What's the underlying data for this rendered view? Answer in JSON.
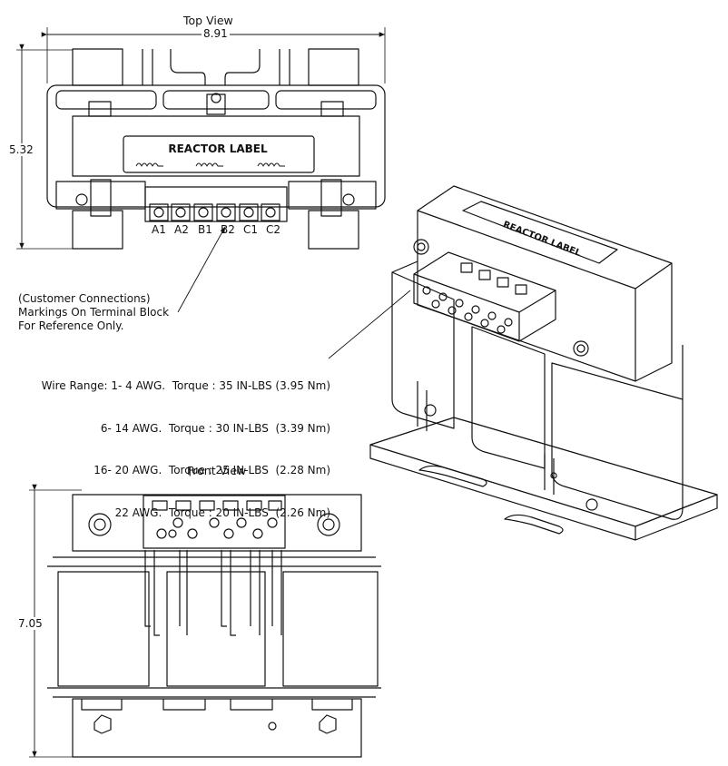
{
  "top_view": {
    "title": "Top View",
    "width_dim": "8.91",
    "height_dim": "5.32",
    "label": "REACTOR LABEL",
    "terminals": [
      "A1",
      "A2",
      "B1",
      "B2",
      "C1",
      "C2"
    ]
  },
  "front_view": {
    "title": "Front View",
    "height_dim": "7.05"
  },
  "iso_view": {
    "label": "REACTOR LABEL"
  },
  "notes": {
    "connections": [
      "(Customer Connections)",
      "Markings On Terminal Block",
      "For Reference Only."
    ]
  },
  "wire_table": {
    "rows": [
      {
        "range": "Wire Range: 1- 4 AWG.",
        "torque": "Torque : 35 IN-LBS (3.95 Nm)"
      },
      {
        "range": "6- 14 AWG.",
        "torque": "Torque : 30 IN-LBS  (3.39 Nm)"
      },
      {
        "range": "16- 20 AWG.",
        "torque": "Torque : 25 IN-LBS  (2.28 Nm)"
      },
      {
        "range": "22 AWG.",
        "torque": "Torque : 20 IN-LBS  (2.26 Nm)"
      }
    ]
  }
}
